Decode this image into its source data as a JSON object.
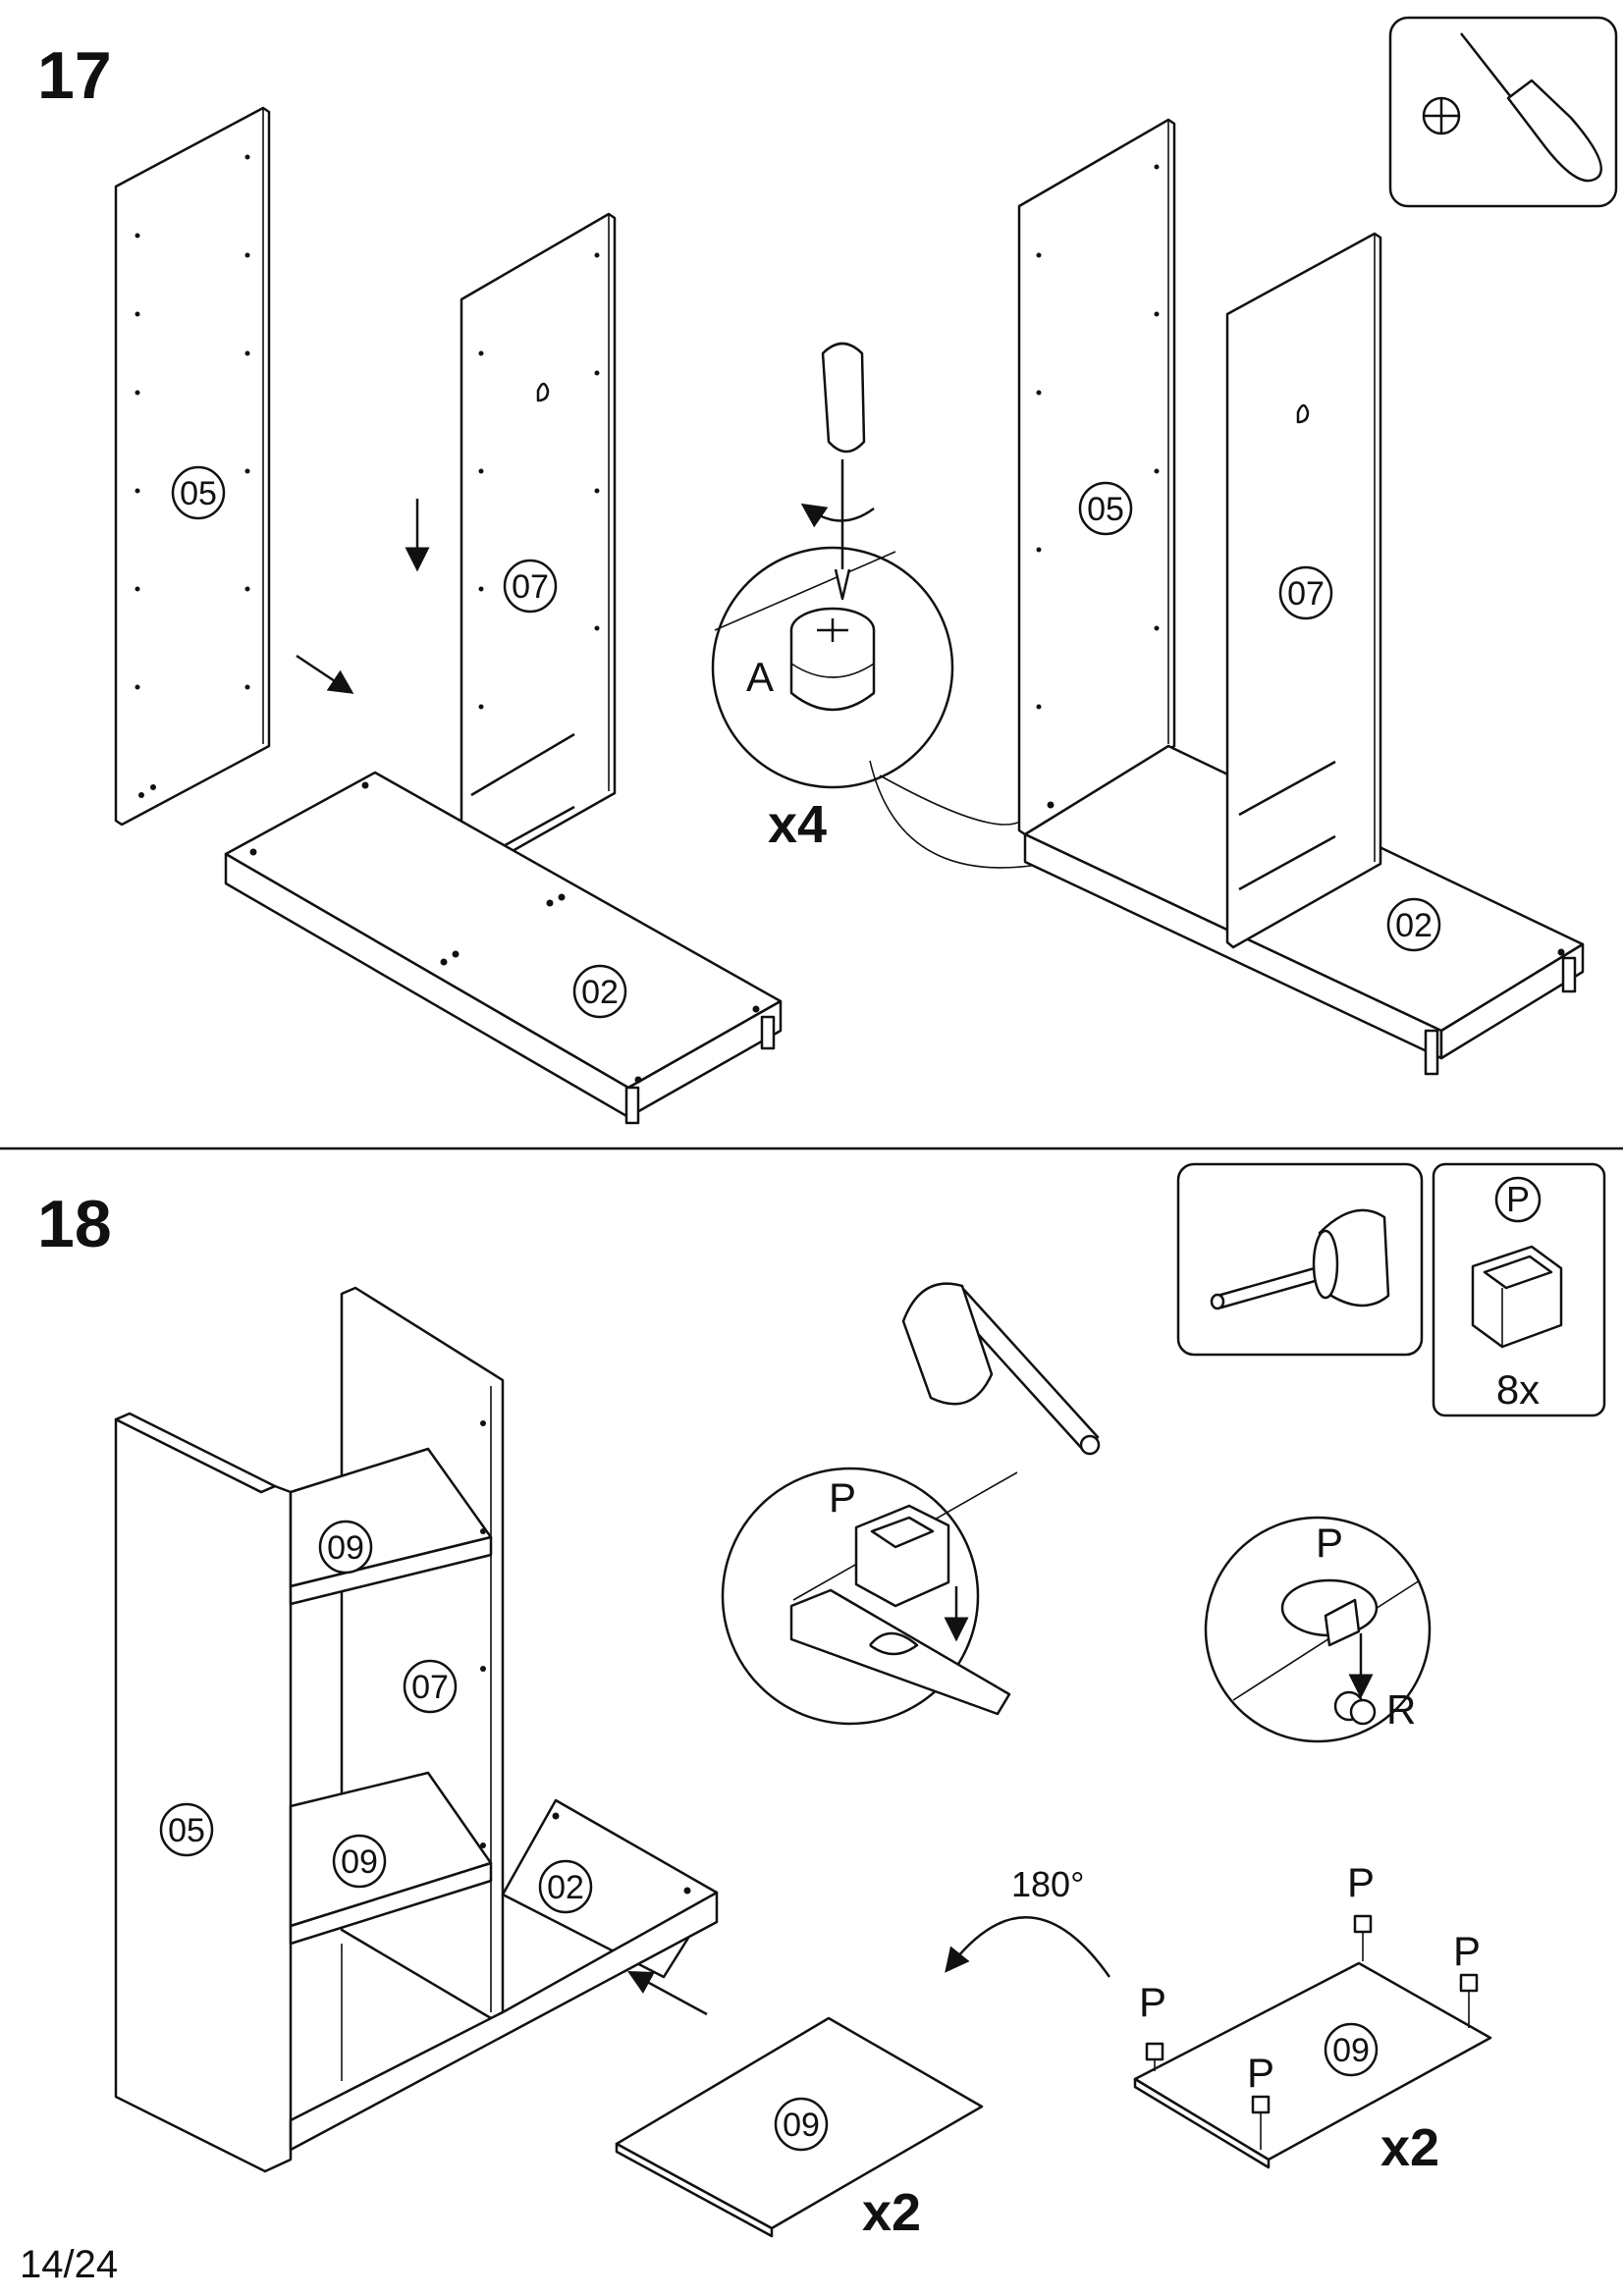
{
  "page": {
    "number": "14/24"
  },
  "step17": {
    "number": "17",
    "parts": {
      "left_05": "05",
      "left_07": "07",
      "left_02": "02",
      "right_05": "05",
      "right_07": "07",
      "right_02": "02"
    },
    "detail_label": "A",
    "multiplier": "x4",
    "tool_icon": "phillips-screwdriver-icon"
  },
  "step18": {
    "number": "18",
    "parts": {
      "side_05": "05",
      "shelf_top_09": "09",
      "back_07": "07",
      "shelf_mid_09": "09",
      "base_02": "02",
      "loose_09": "09",
      "flipped_09": "09"
    },
    "tool_icon": "mallet-icon",
    "fitting": {
      "label": "P",
      "quantity": "8x"
    },
    "detail_left_label": "P",
    "detail_right_labels": {
      "p": "P",
      "r": "R"
    },
    "rotation": "180°",
    "flipped_labels": [
      "P",
      "P",
      "P",
      "P"
    ],
    "multiplier_left": "x2",
    "multiplier_right": "x2"
  }
}
